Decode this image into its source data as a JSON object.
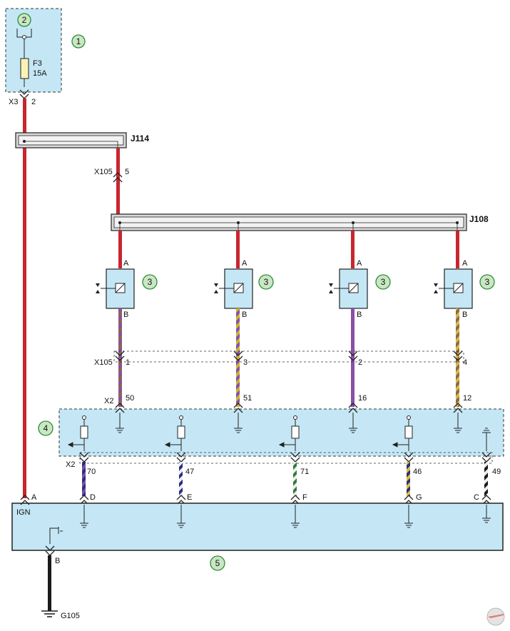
{
  "callouts": [
    "1",
    "2",
    "3",
    "4",
    "5"
  ],
  "fuse": {
    "name": "F3",
    "rating": "15A"
  },
  "top_connector": {
    "name": "X3",
    "pin": "2"
  },
  "splices": {
    "j114": "J114",
    "j108": "J108"
  },
  "x105_top": {
    "name": "X105",
    "pin": "5"
  },
  "relays": [
    {
      "pin_a": "A",
      "pin_b": "B",
      "callout": "3",
      "x105_pin": "1",
      "x2_pin": "50"
    },
    {
      "pin_a": "A",
      "pin_b": "B",
      "callout": "3",
      "x105_pin": "3",
      "x2_pin": "51"
    },
    {
      "pin_a": "A",
      "pin_b": "B",
      "callout": "3",
      "x105_pin": "2",
      "x2_pin": "16"
    },
    {
      "pin_a": "A",
      "pin_b": "B",
      "callout": "3",
      "x105_pin": "4",
      "x2_pin": "12"
    }
  ],
  "connectors": {
    "x105": "X105",
    "x2_upper": "X2",
    "x2_lower": "X2"
  },
  "lower_wires": [
    {
      "x2_pin": "70",
      "module_pin": "D"
    },
    {
      "x2_pin": "47",
      "module_pin": "E"
    },
    {
      "x2_pin": "71",
      "module_pin": "F"
    },
    {
      "x2_pin": "46",
      "module_pin": "G"
    },
    {
      "x2_pin": "49",
      "module_pin": "C"
    }
  ],
  "module": {
    "ign_pin": "A",
    "ign_label": "IGN",
    "ground_pin": "B"
  },
  "ground": {
    "name": "G105"
  },
  "colors": {
    "wire_red": "#c8262f",
    "wire_black": "#1a1a1a",
    "box_fill": "#c5e7f5",
    "callout_fill": "#c9e7c3",
    "callout_stroke": "#2f8a35",
    "fuse_fill": "#fbf3b6"
  }
}
